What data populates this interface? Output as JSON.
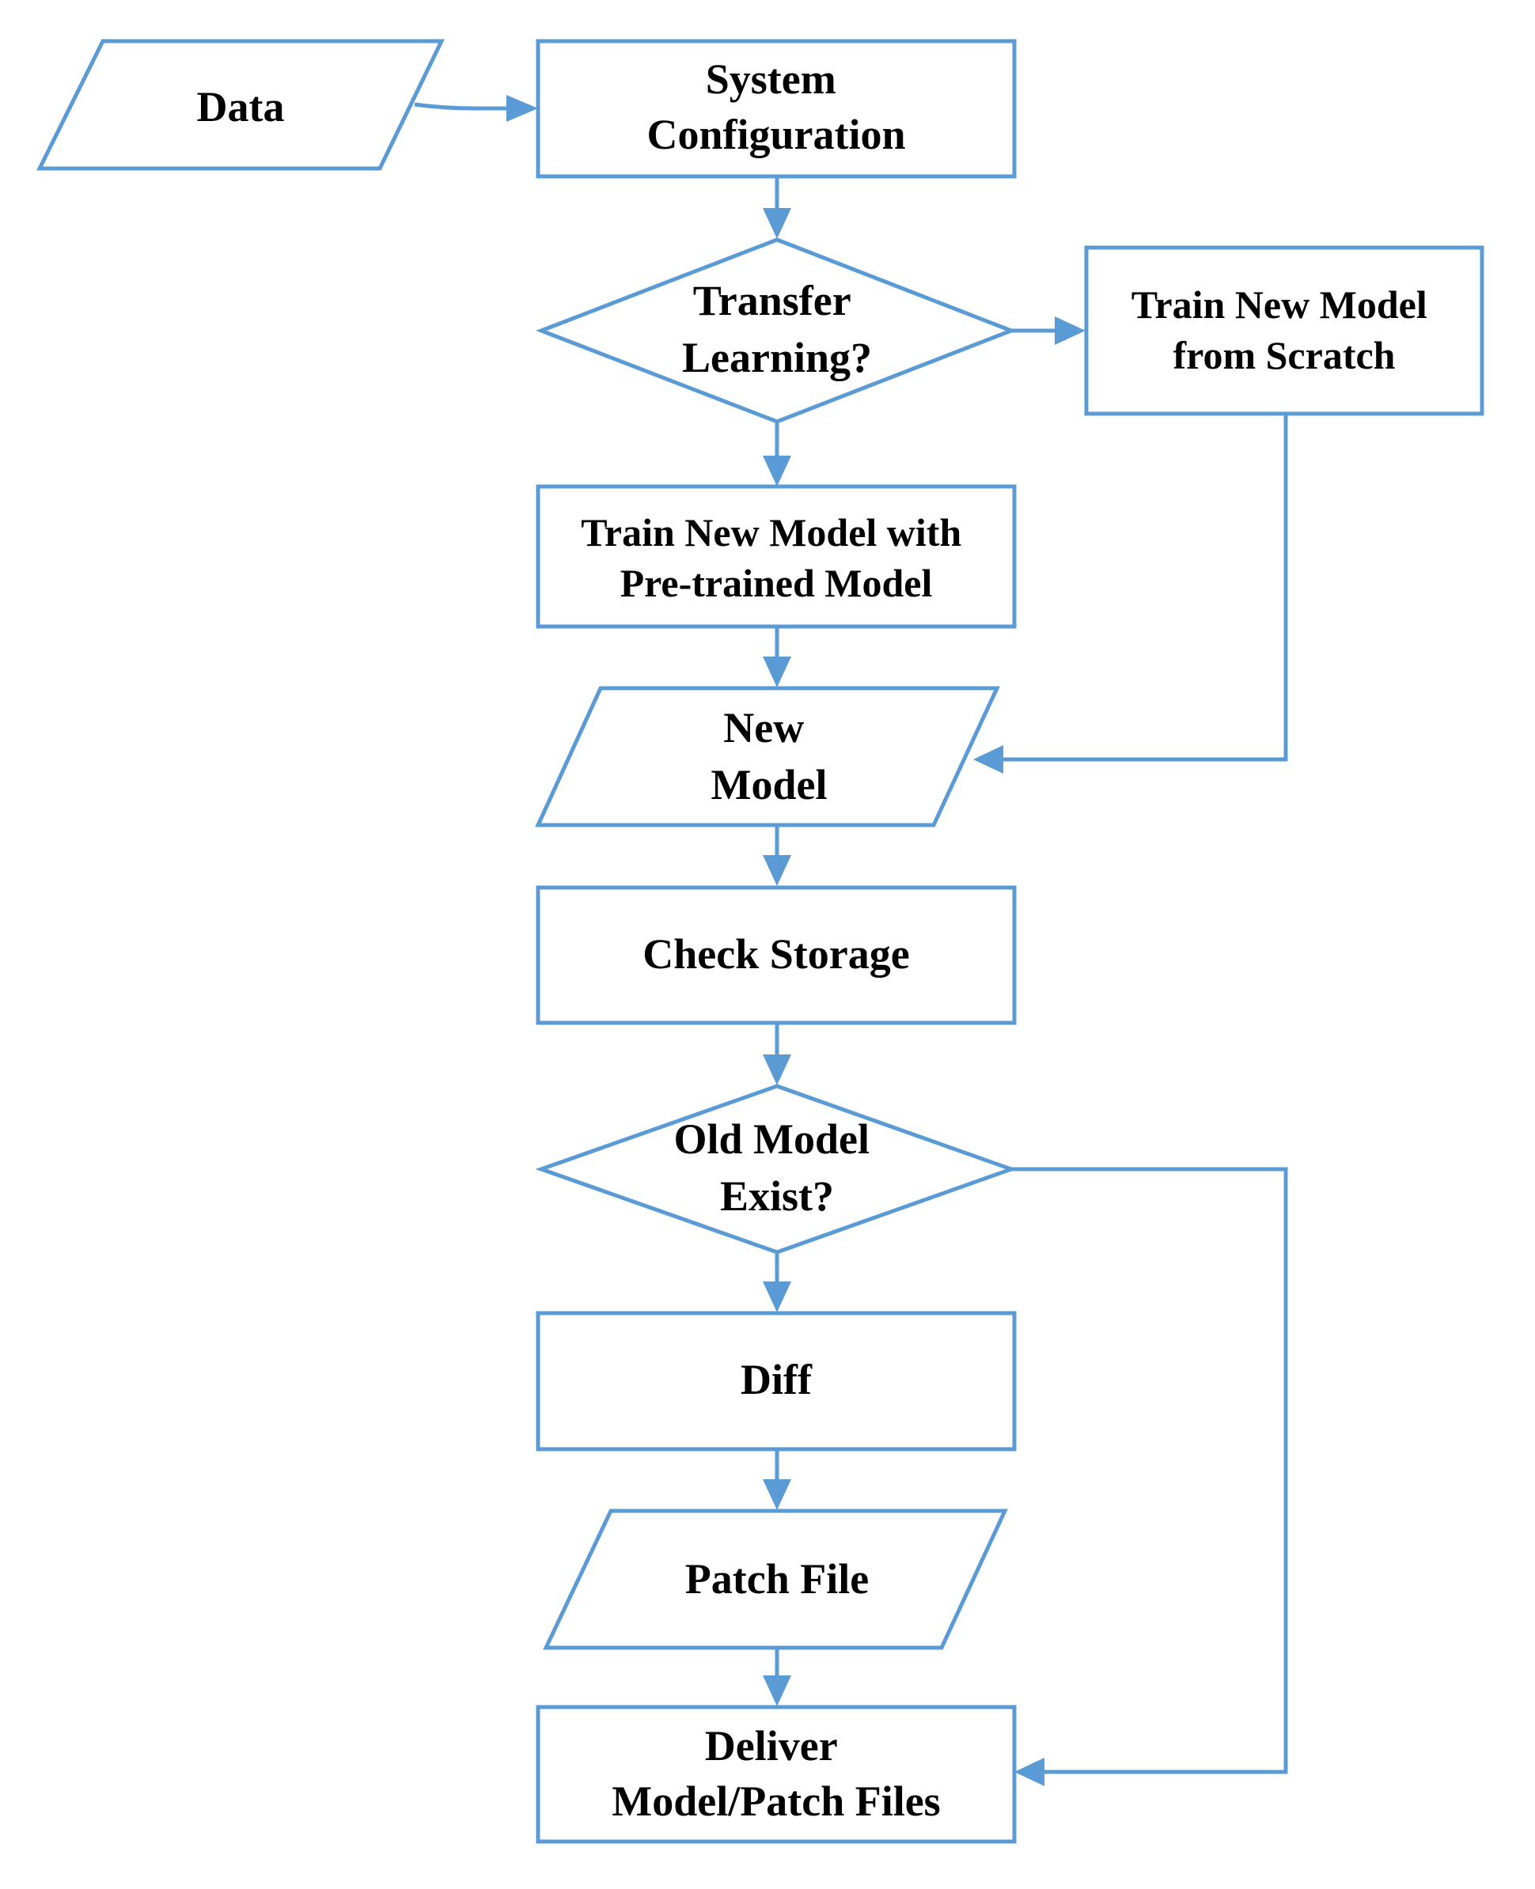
{
  "diagram": {
    "line_color": "#5B9BD5",
    "nodes": {
      "data": {
        "lines": [
          "Data"
        ]
      },
      "system_config": {
        "lines": [
          "System",
          "Configuration"
        ]
      },
      "transfer_learning": {
        "lines": [
          "Transfer",
          "Learning?"
        ]
      },
      "train_scratch": {
        "lines": [
          "Train New Model",
          "from Scratch"
        ]
      },
      "train_pretrained": {
        "lines": [
          "Train New Model with",
          "Pre-trained Model"
        ]
      },
      "new_model": {
        "lines": [
          "New",
          "Model"
        ]
      },
      "check_storage": {
        "lines": [
          "Check Storage"
        ]
      },
      "old_model_exist": {
        "lines": [
          "Old Model",
          "Exist?"
        ]
      },
      "diff": {
        "lines": [
          "Diff"
        ]
      },
      "patch_file": {
        "lines": [
          "Patch File"
        ]
      },
      "deliver": {
        "lines": [
          "Deliver",
          "Model/Patch Files"
        ]
      }
    }
  }
}
